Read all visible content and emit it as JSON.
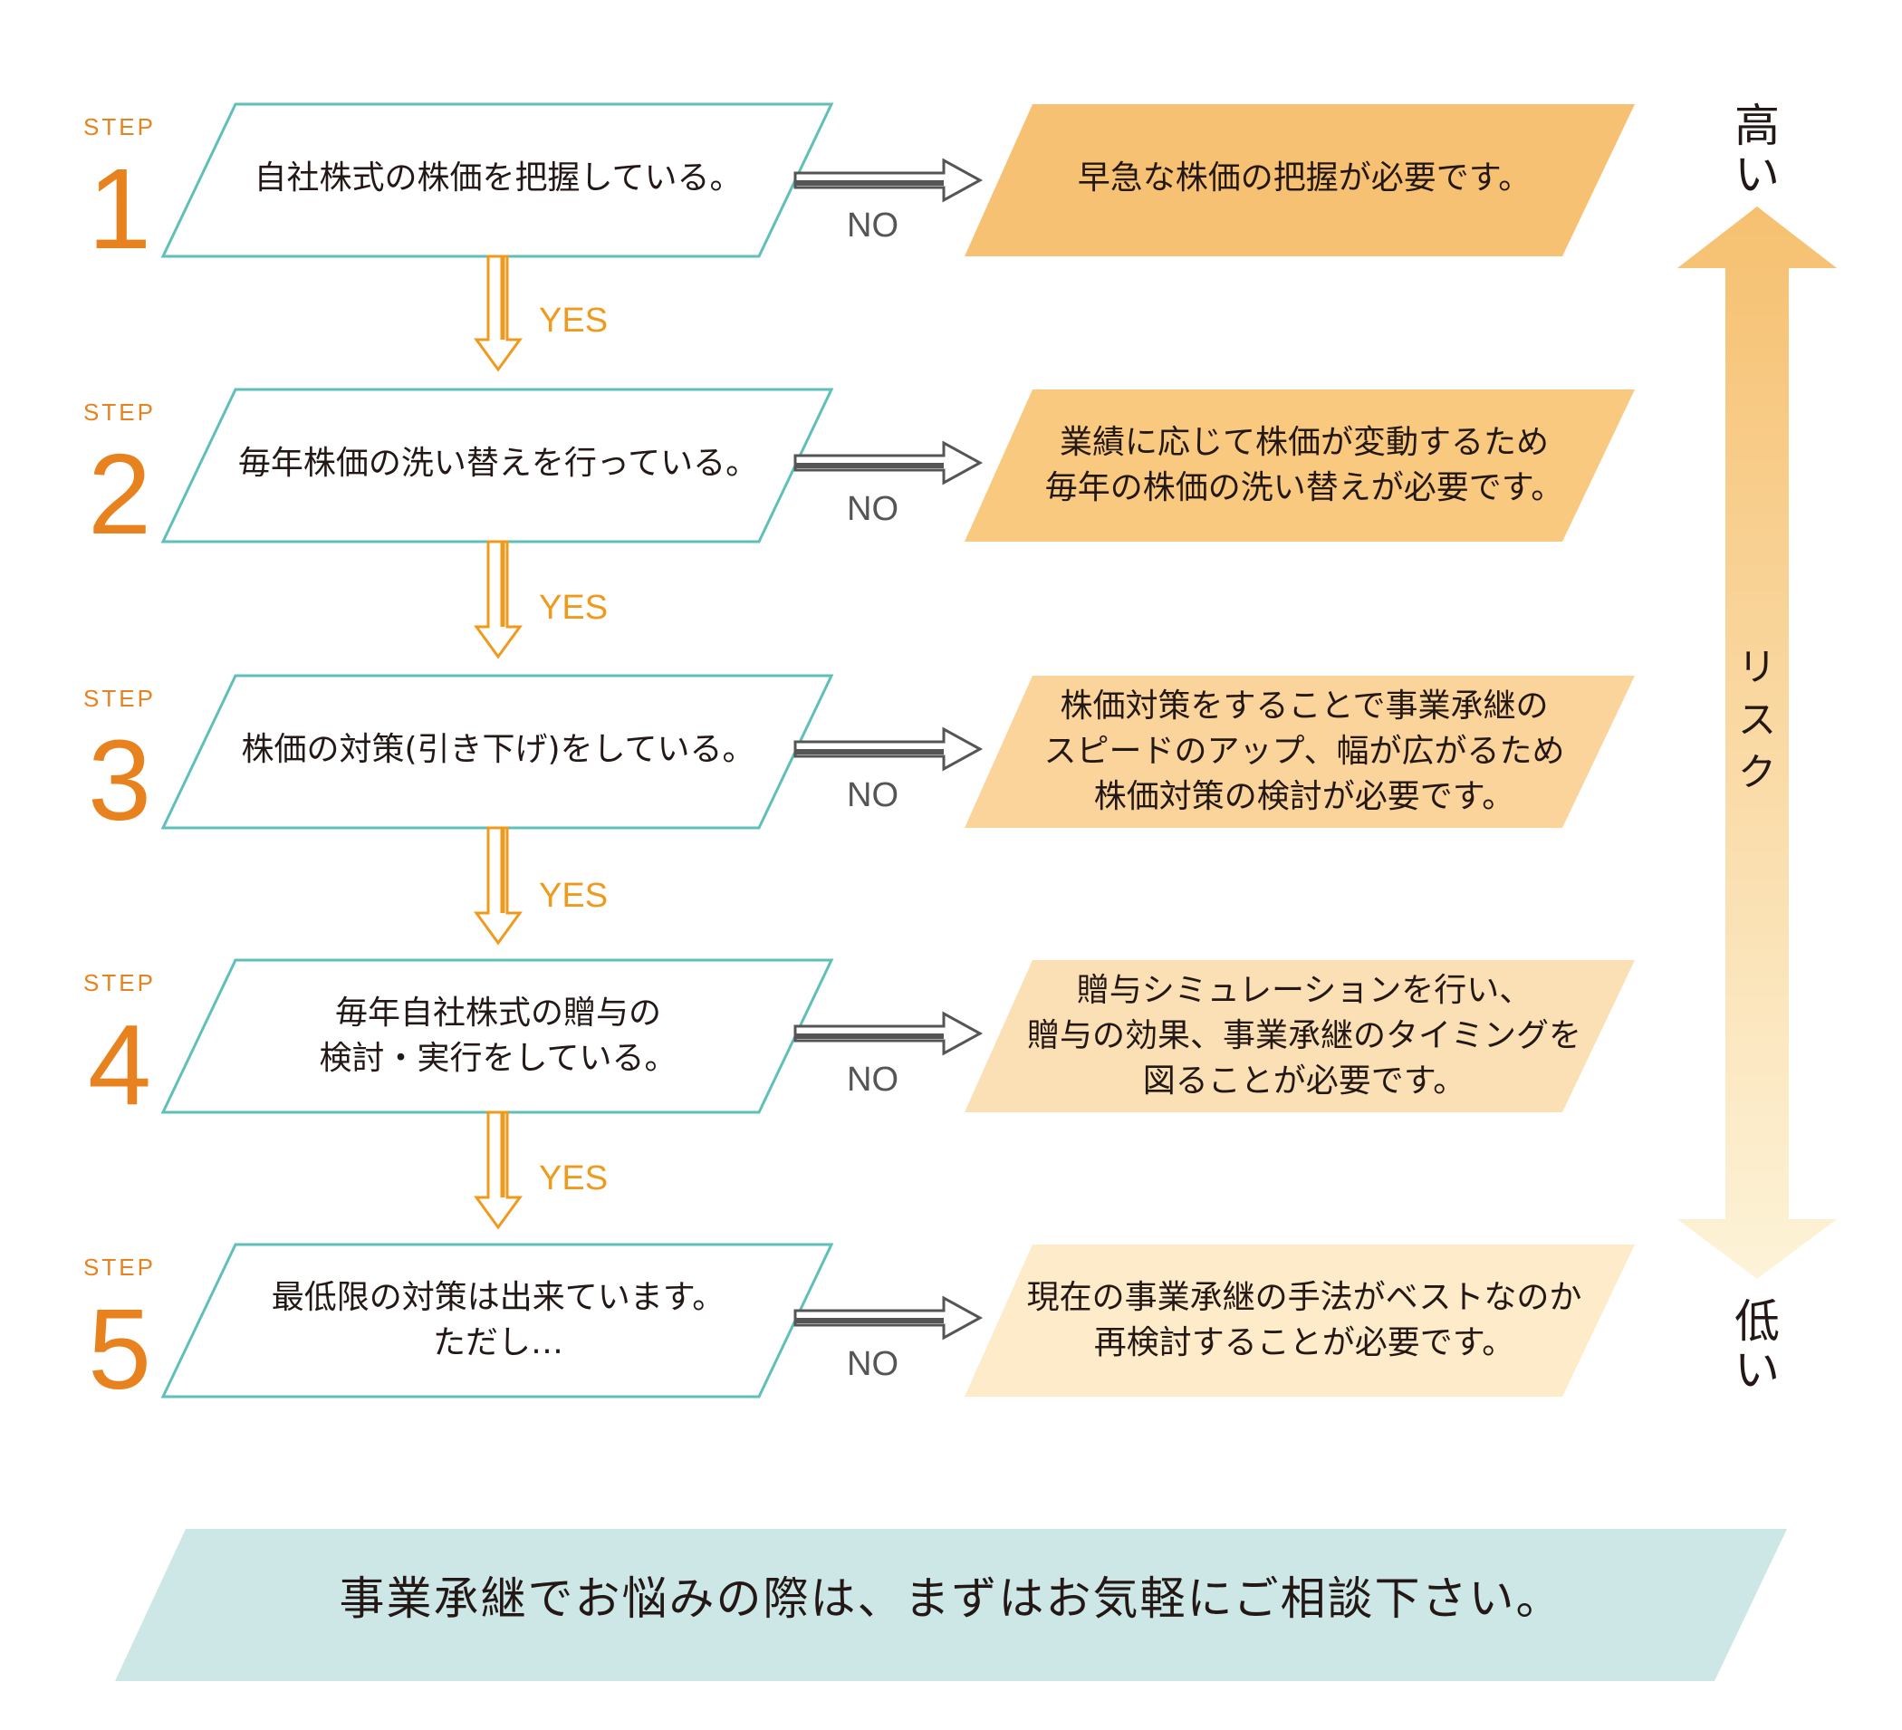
{
  "steps": [
    {
      "label": "STEP",
      "number": "1",
      "question": "自社株式の株価を把握している。",
      "yes": "YES",
      "no": "NO",
      "answer": "早急な株価の把握が必要です。",
      "answer_color": "#f7c173"
    },
    {
      "label": "STEP",
      "number": "2",
      "question": "毎年株価の洗い替えを行っている。",
      "yes": "YES",
      "no": "NO",
      "answer": "業績に応じて株価が変動するため\n毎年の株価の洗い替えが必要です。",
      "answer_color": "#f8c97f"
    },
    {
      "label": "STEP",
      "number": "3",
      "question": "株価の対策(引き下げ)をしている。",
      "yes": "YES",
      "no": "NO",
      "answer": "株価対策をすることで事業承継の\nスピードのアップ、幅が広がるため\n株価対策の検討が必要です。",
      "answer_color": "#fad49a"
    },
    {
      "label": "STEP",
      "number": "4",
      "question": "毎年自社株式の贈与の\n検討・実行をしている。",
      "yes": "YES",
      "no": "NO",
      "answer": "贈与シミュレーションを行い、\n贈与の効果、事業承継のタイミングを\n図ることが必要です。",
      "answer_color": "#fce0b5"
    },
    {
      "label": "STEP",
      "number": "5",
      "question": "最低限の対策は出来ています。\nただし…",
      "no": "NO",
      "answer": "現在の事業承継の手法がベストなのか\n再検討することが必要です。",
      "answer_color": "#fdebc9"
    }
  ],
  "risk": {
    "high": "高\nい",
    "label": "リ\nス\nク",
    "low": "低\nい"
  },
  "footer": "事業承継でお悩みの際は、まずはお気軽にご相談下さい。",
  "colors": {
    "accent": "#e8821e",
    "yes": "#ef9a1c",
    "question_border": "#5fbfb9",
    "footer_bg": "#cde7e6",
    "no_arrow": "#555555"
  }
}
